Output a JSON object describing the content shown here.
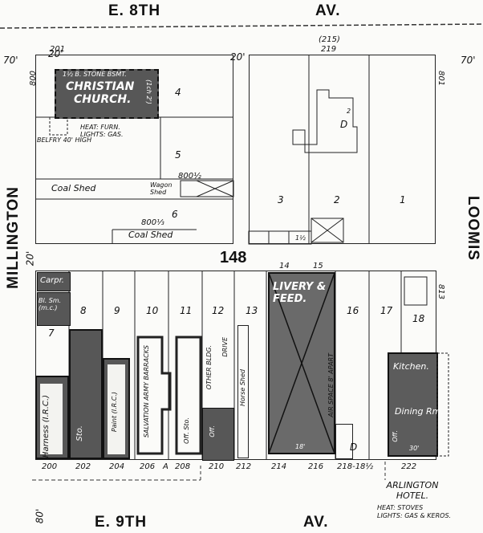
{
  "streets": {
    "top_a": "E. 8TH",
    "top_b": "AV.",
    "bottom_a": "E. 9TH",
    "bottom_b": "AV.",
    "left": "MILLINGTON",
    "right": "LOOMIS"
  },
  "block_number": "148",
  "widths": {
    "w70_left": "70'",
    "w70_right": "70'",
    "w20_top_left": "20'",
    "w20_top_mid": "20'",
    "w20_left_mid": "20'",
    "w80_bottom": "80'"
  },
  "north_half": {
    "house_nums_top": [
      "201",
      "(215)",
      "219"
    ],
    "side_nums": [
      "800",
      "801",
      "800½",
      "800⅓"
    ],
    "church": {
      "title_line1": "CHRISTIAN",
      "title_line2": "CHURCH.",
      "note": "1½ B. STONE BSMT.",
      "wing": "(1ch 2')",
      "belfry": "BELFRY 40' HIGH",
      "heat": "HEAT: FURN. LIGHTS: GAS."
    },
    "lot_numbers": [
      "4",
      "5",
      "6",
      "3",
      "2",
      "1"
    ],
    "labels": {
      "coal_shed_1": "Coal Shed",
      "wagon_shed": "Wagon Shed",
      "coal_shed_2": "Coal Shed",
      "d_mark": "D",
      "two": "2",
      "one_half": "1½"
    }
  },
  "south_half": {
    "lot_numbers": [
      "7",
      "8",
      "9",
      "10",
      "11",
      "12",
      "13",
      "16",
      "17",
      "18",
      "14",
      "15"
    ],
    "labels": {
      "carp": "Carpr.",
      "bl_sm": "Bl. Sm. (m.c.)",
      "harness": "Harness (I.R.C.)",
      "sto": "Sto.",
      "paint": "Paint (I.R.C.)",
      "salvation": "SALVATION ARMY BARRACKS",
      "off_sto": "Off. Sto.",
      "other_bldg": "OTHER BLDG.",
      "off": "Off.",
      "drive": "DRIVE",
      "horse_shed": "Horse Shed",
      "livery": "LIVERY & FEED.",
      "air_space": "AIR SPACE 8' APART",
      "kitchen": "Kitchen.",
      "dining": "Dining Rm.",
      "off2": "Off.",
      "d_mark": "D",
      "thirty": "30'",
      "eighteen": "18'"
    },
    "house_nums_bottom": [
      "200",
      "202",
      "204",
      "206",
      "A",
      "208",
      "210",
      "212",
      "214",
      "216",
      "218-18½",
      "222"
    ],
    "side_num": "813",
    "hotel": {
      "name": "ARLINGTON HOTEL.",
      "heat": "HEAT: STOVES",
      "lights": "LIGHTS: GAS & KEROS."
    }
  }
}
